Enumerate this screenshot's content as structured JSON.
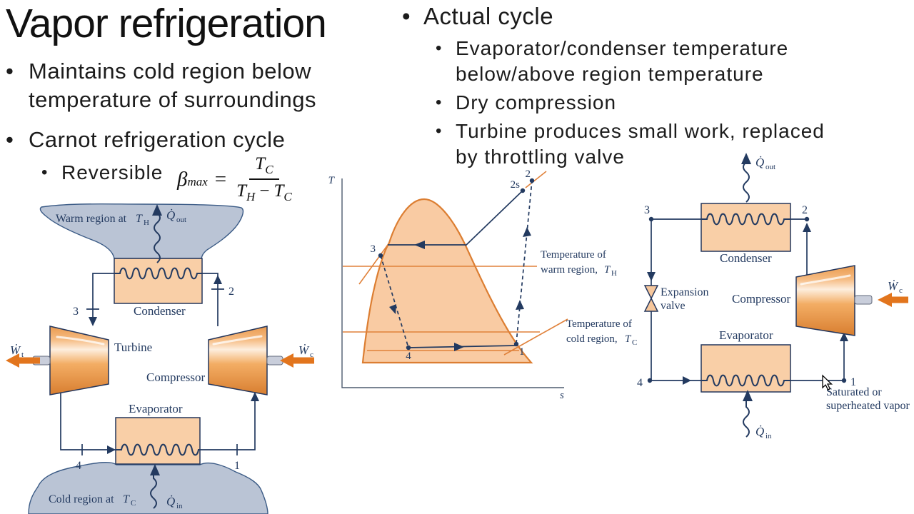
{
  "slide": {
    "title": "Vapor refrigeration",
    "bullet_glyph": "•",
    "left": {
      "b1_line1": "Maintains cold region below",
      "b1_line2": "temperature of surroundings",
      "b2": "Carnot refrigeration cycle",
      "sub_bullet": "Reversible"
    },
    "formula": {
      "beta": "β",
      "beta_sub": "max",
      "eq": "=",
      "num_T": "T",
      "num_sub": "C",
      "den_T1": "T",
      "den_sub1": "H",
      "minus": "−",
      "den_T2": "T",
      "den_sub2": "C"
    },
    "right": {
      "heading": "Actual cycle",
      "b1_line1": "Evaporator/condenser temperature",
      "b1_line2": "below/above region temperature",
      "b2": "Dry compression",
      "b3_line1": "Turbine produces small work, replaced",
      "b3_line2": "by throttling valve"
    }
  },
  "colors": {
    "accent_orange": "#e2751d",
    "diagram_navy": "#233a60",
    "dome_fill": "#f9cba3",
    "region_fill": "#bac4d5"
  },
  "carnot": {
    "warm_region": "Warm region at ",
    "warm_T": "T",
    "warm_T_sub": "H",
    "cold_region": "Cold region at ",
    "cold_T": "T",
    "cold_T_sub": "C",
    "q_out": "Q̇",
    "q_out_sub": "out",
    "q_in": "Q̇",
    "q_in_sub": "in",
    "w_t": "Ẇ",
    "w_t_sub": "t",
    "w_c": "Ẇ",
    "w_c_sub": "c",
    "condenser": "Condenser",
    "turbine": "Turbine",
    "compressor": "Compressor",
    "evaporator": "Evaporator",
    "p1": "1",
    "p2": "2",
    "p3": "3",
    "p4": "4"
  },
  "ts": {
    "t_axis": "T",
    "s_axis": "s",
    "p1": "1",
    "p2": "2",
    "p2s": "2s",
    "p3": "3",
    "p4": "4",
    "warm_line1": "Temperature of",
    "warm_line2": "warm region, ",
    "warm_T": "T",
    "warm_T_sub": "H",
    "cold_line1": "Temperature of",
    "cold_line2": "cold region, ",
    "cold_T": "T",
    "cold_T_sub": "C"
  },
  "actual": {
    "q_out": "Q̇",
    "q_out_sub": "out",
    "q_in": "Q̇",
    "q_in_sub": "in",
    "w_c": "Ẇ",
    "w_c_sub": "c",
    "condenser": "Condenser",
    "compressor": "Compressor",
    "evaporator": "Evaporator",
    "valve_line1": "Expansion",
    "valve_line2": "valve",
    "note_line1": "Saturated or",
    "note_line2": "superheated vapor",
    "p1": "1",
    "p2": "2",
    "p3": "3",
    "p4": "4"
  }
}
